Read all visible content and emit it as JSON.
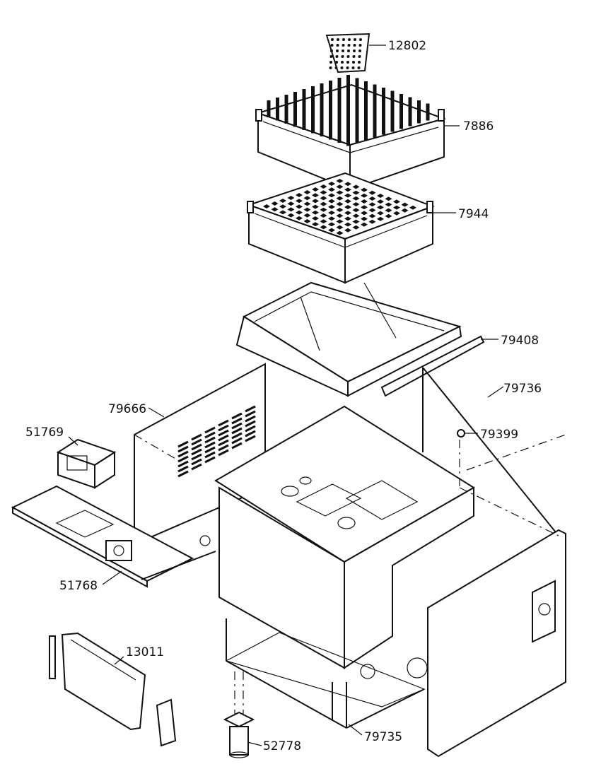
{
  "parts": [
    {
      "id": "p12802",
      "label": "12802"
    },
    {
      "id": "p7886",
      "label": "7886"
    },
    {
      "id": "p7944",
      "label": "7944"
    },
    {
      "id": "p79408",
      "label": "79408"
    },
    {
      "id": "p79736",
      "label": "79736"
    },
    {
      "id": "p79666",
      "label": "79666"
    },
    {
      "id": "p79399",
      "label": "79399"
    },
    {
      "id": "p51769",
      "label": "51769"
    },
    {
      "id": "p51768",
      "label": "51768"
    },
    {
      "id": "p13011",
      "label": "13011"
    },
    {
      "id": "p52778",
      "label": "52778"
    },
    {
      "id": "p79735",
      "label": "79735"
    }
  ]
}
